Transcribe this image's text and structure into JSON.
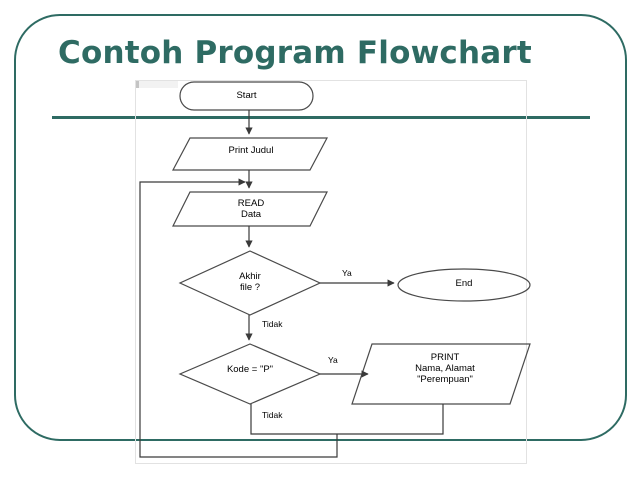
{
  "slide": {
    "title": "Contoh Program Flowchart",
    "accent_color": "#2e6b63",
    "background_color": "#ffffff",
    "frame_color": "#2e6b63"
  },
  "flowchart": {
    "type": "program-flowchart",
    "stroke_color": "#4a4a4a",
    "text_color": "#000000",
    "nodes": [
      {
        "id": "start",
        "shape": "terminator",
        "label": "Start"
      },
      {
        "id": "print-judul",
        "shape": "parallelogram",
        "label": "Print Judul"
      },
      {
        "id": "read-data",
        "shape": "parallelogram",
        "label": "READ\nData"
      },
      {
        "id": "akhir-file",
        "shape": "decision",
        "label": "Akhir\nfile ?"
      },
      {
        "id": "end",
        "shape": "terminator",
        "label": "End"
      },
      {
        "id": "kode-p",
        "shape": "decision",
        "label": "Kode = \"P\""
      },
      {
        "id": "print-nama",
        "shape": "parallelogram",
        "label": "PRINT\nNama, Alamat\n\"Perempuan\""
      }
    ],
    "edge_labels": {
      "akhir_yes": "Ya",
      "akhir_no": "Tidak",
      "kode_yes": "Ya",
      "kode_no": "Tidak"
    }
  }
}
